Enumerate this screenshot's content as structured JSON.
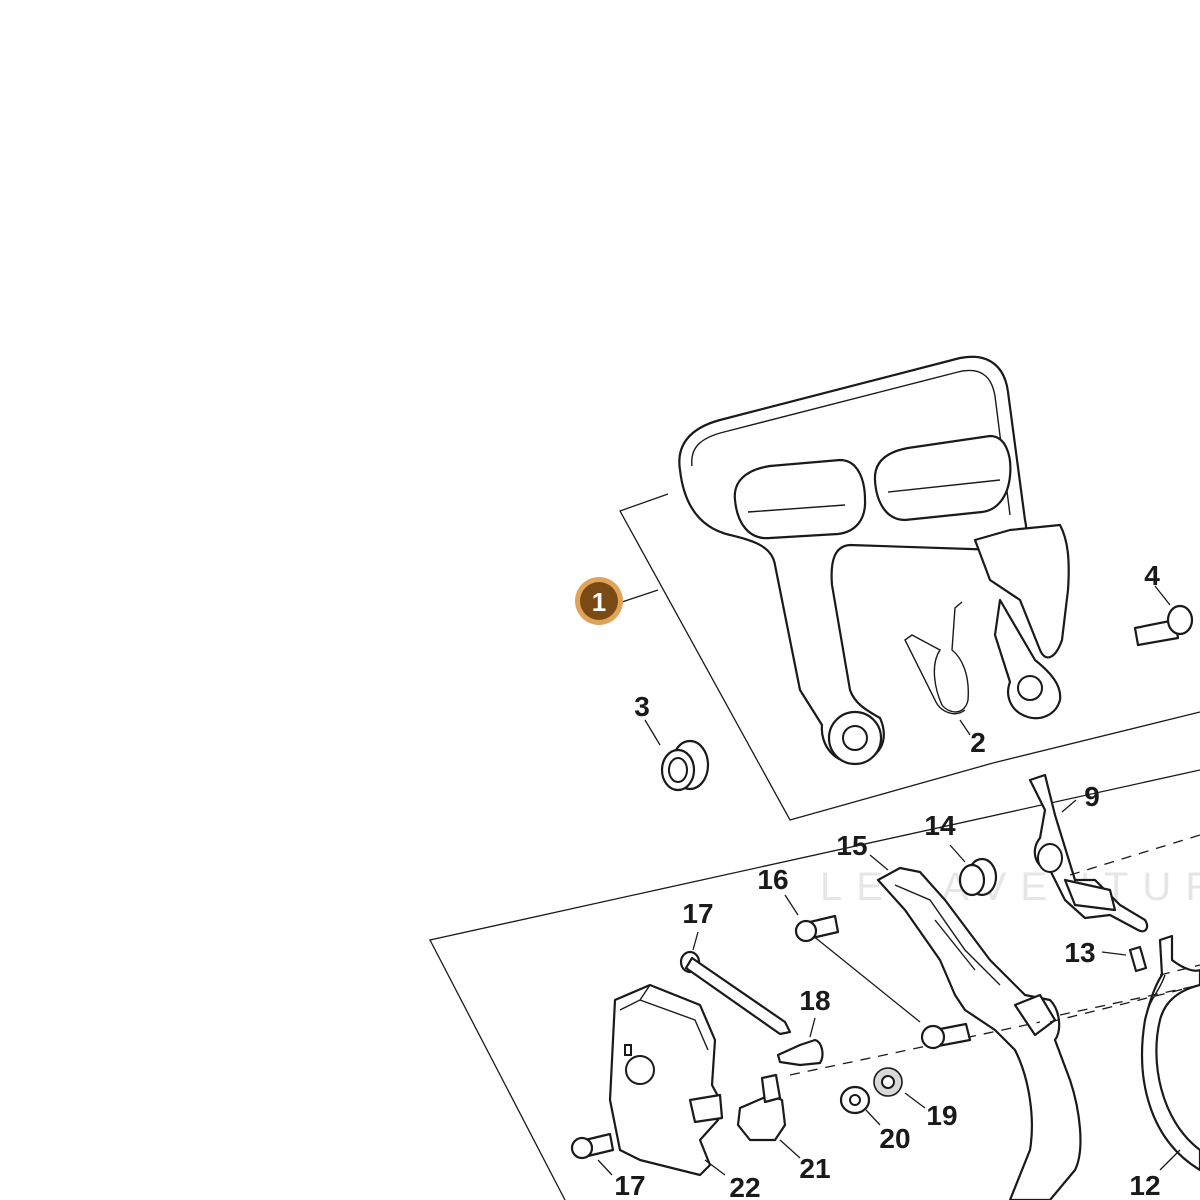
{
  "diagram": {
    "type": "exploded-parts-view",
    "watermark_text": "LEGAVENTURA",
    "highlighted_callout": {
      "label": "1",
      "color": "#7a4a14",
      "ring": "#e0a35a"
    },
    "callouts": [
      {
        "id": "c2",
        "label": "2"
      },
      {
        "id": "c3",
        "label": "3"
      },
      {
        "id": "c4",
        "label": "4"
      },
      {
        "id": "c9",
        "label": "9"
      },
      {
        "id": "c12",
        "label": "12"
      },
      {
        "id": "c13",
        "label": "13"
      },
      {
        "id": "c14",
        "label": "14"
      },
      {
        "id": "c15",
        "label": "15"
      },
      {
        "id": "c16",
        "label": "16"
      },
      {
        "id": "c17a",
        "label": "17"
      },
      {
        "id": "c17b",
        "label": "17"
      },
      {
        "id": "c18",
        "label": "18"
      },
      {
        "id": "c19",
        "label": "19"
      },
      {
        "id": "c20",
        "label": "20"
      },
      {
        "id": "c21",
        "label": "21"
      },
      {
        "id": "c22",
        "label": "22"
      }
    ]
  }
}
